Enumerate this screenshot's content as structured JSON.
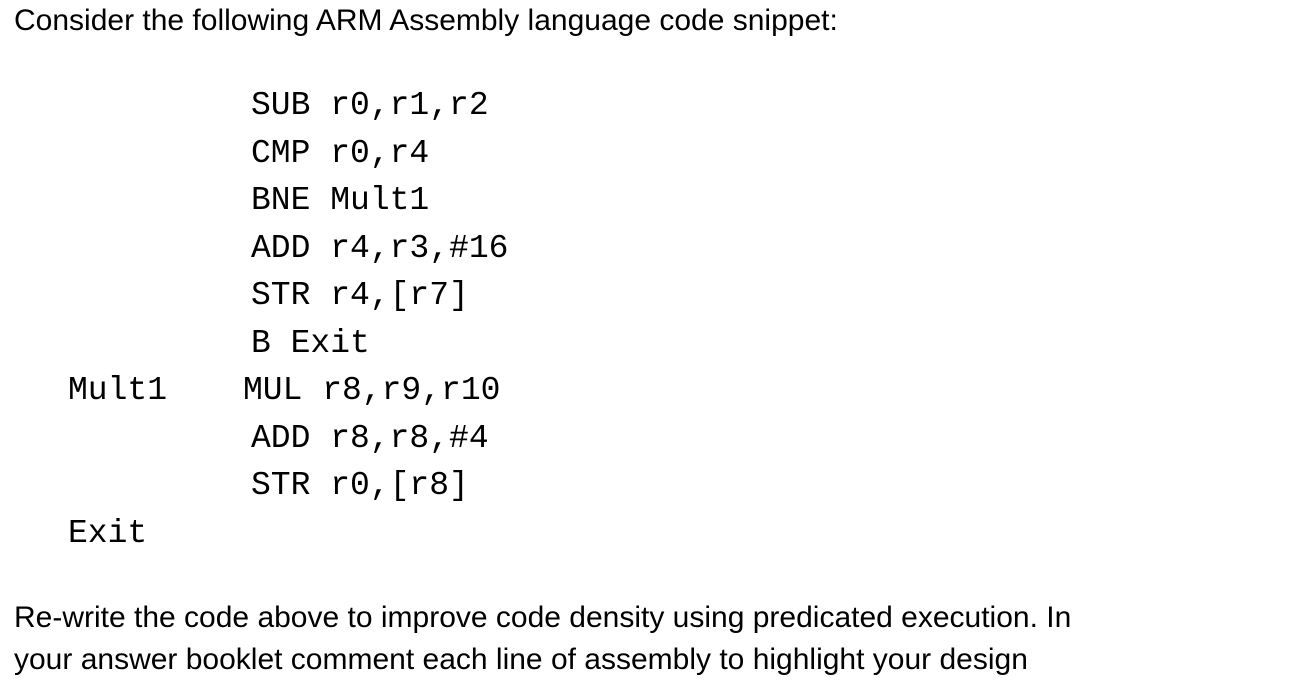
{
  "question": {
    "intro": "Consider the following ARM Assembly language code snippet:",
    "code": [
      {
        "label": "",
        "instruction": "SUB r0,r1,r2"
      },
      {
        "label": "",
        "instruction": "CMP r0,r4"
      },
      {
        "label": "",
        "instruction": "BNE Mult1"
      },
      {
        "label": "",
        "instruction": "ADD r4,r3,#16"
      },
      {
        "label": "",
        "instruction": "STR r4,[r7]"
      },
      {
        "label": "",
        "instruction": "B Exit"
      },
      {
        "label": "Mult1",
        "instruction": "MUL r8,r9,r10"
      },
      {
        "label": "",
        "instruction": "ADD r8,r8,#4"
      },
      {
        "label": "",
        "instruction": "STR r0,[r8]"
      },
      {
        "label": "Exit",
        "instruction": ""
      }
    ],
    "outro_line1": "Re-write the code above to improve code density using predicated execution. In",
    "outro_line2": "your answer booklet comment each line of assembly to highlight your design"
  }
}
